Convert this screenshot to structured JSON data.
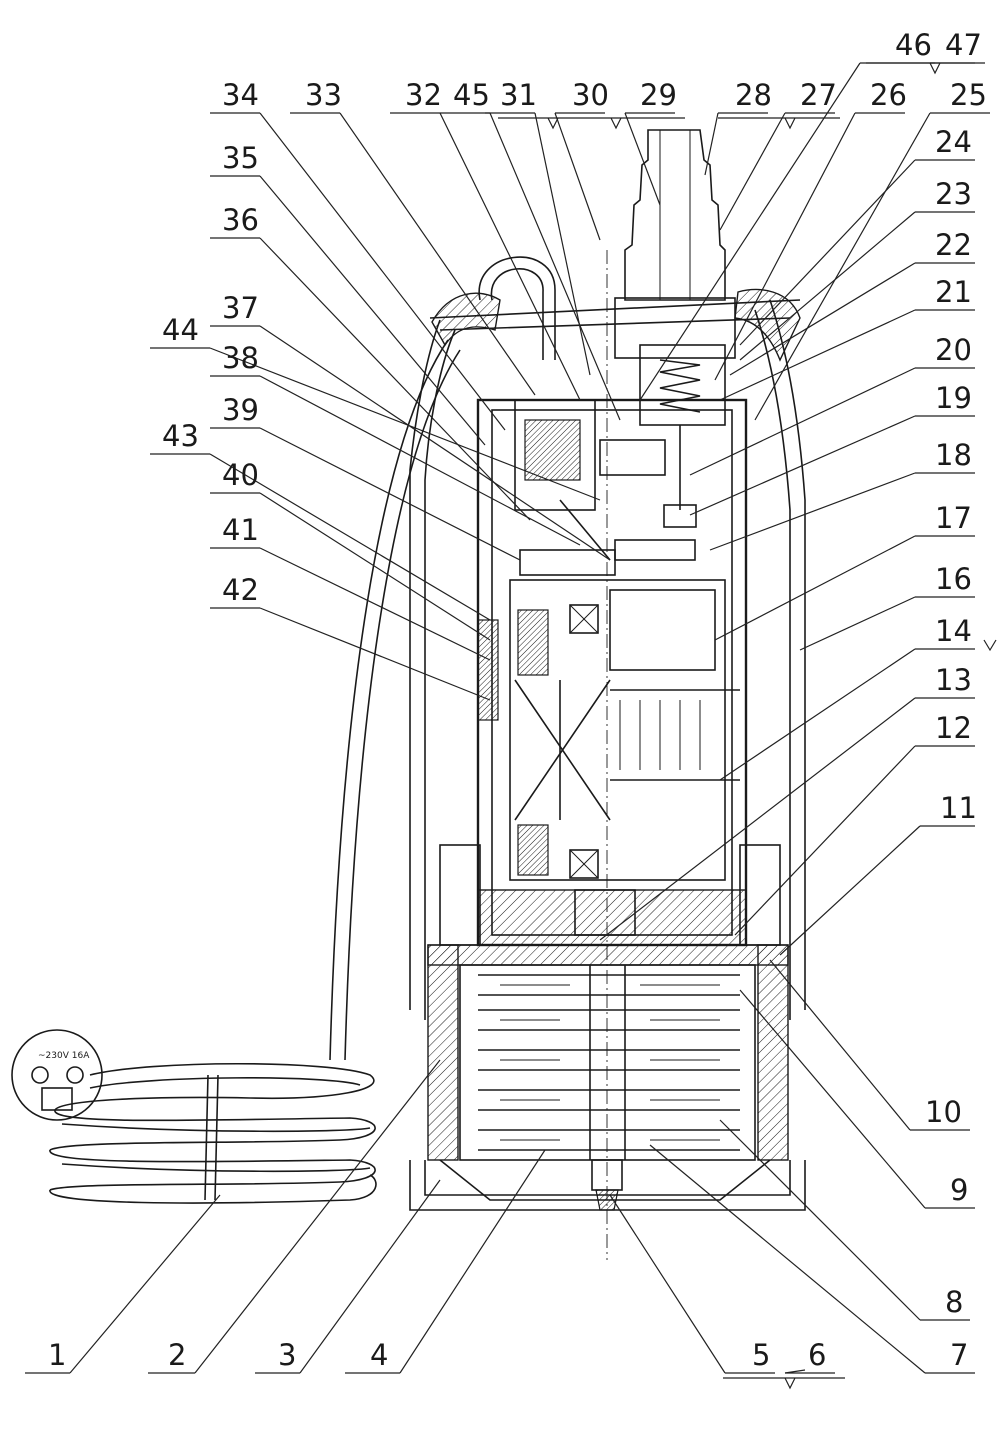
{
  "diagram": {
    "part_numbers": [
      "1",
      "2",
      "3",
      "4",
      "5",
      "6",
      "7",
      "8",
      "9",
      "10",
      "11",
      "12",
      "13",
      "14",
      "16",
      "17",
      "18",
      "19",
      "20",
      "21",
      "22",
      "23",
      "24",
      "25",
      "26",
      "27",
      "28",
      "29",
      "30",
      "31",
      "32",
      "33",
      "34",
      "35",
      "36",
      "37",
      "38",
      "39",
      "40",
      "41",
      "42",
      "43",
      "44",
      "45",
      "46",
      "47"
    ],
    "plug_label": "~230V 16A"
  }
}
